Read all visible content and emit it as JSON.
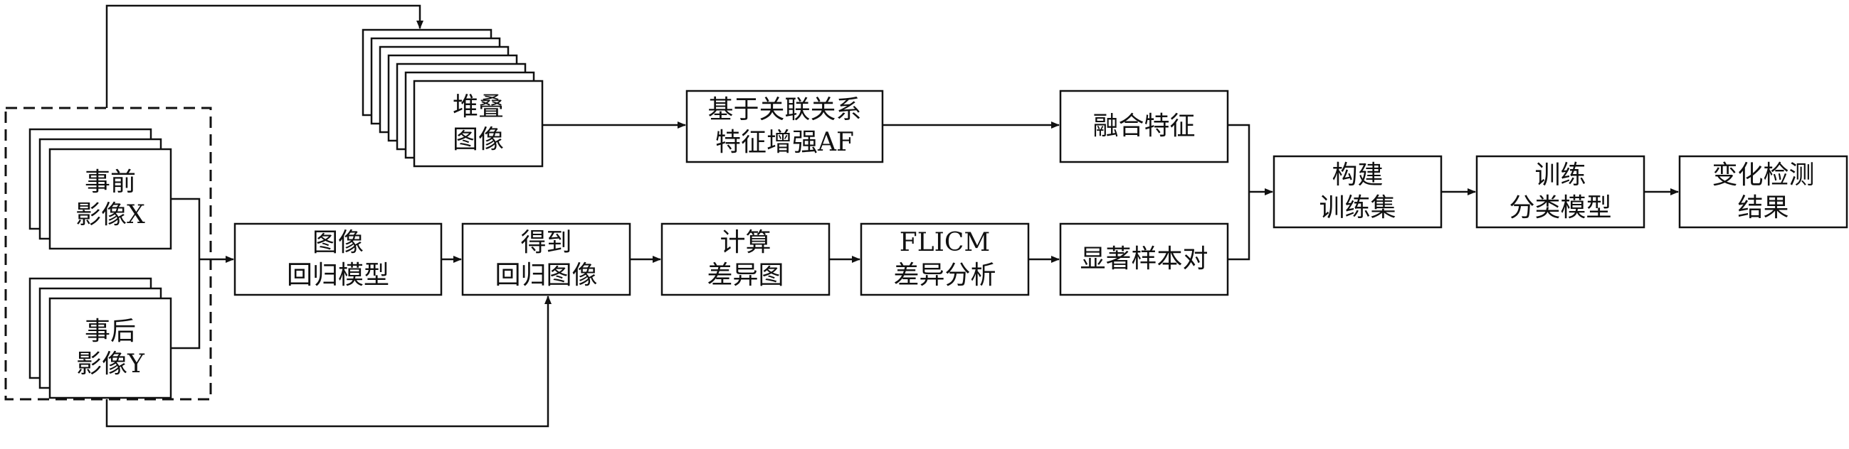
{
  "nodes": {
    "pre_image": {
      "lines": [
        "事前",
        "影像X"
      ]
    },
    "post_image": {
      "lines": [
        "事后",
        "影像Y"
      ]
    },
    "stack": {
      "lines": [
        "堆叠",
        "图像"
      ]
    },
    "feature_enhance": {
      "lines": [
        "基于关联关系",
        "特征增强AF"
      ]
    },
    "fuse_feature": {
      "lines": [
        "融合特征"
      ]
    },
    "regression_model": {
      "lines": [
        "图像",
        "回归模型"
      ]
    },
    "regression_image": {
      "lines": [
        "得到",
        "回归图像"
      ]
    },
    "diff_map": {
      "lines": [
        "计算",
        "差异图"
      ]
    },
    "flicm": {
      "lines": [
        "FLICM",
        "差异分析"
      ]
    },
    "salient_pairs": {
      "lines": [
        "显著样本对"
      ]
    },
    "build_trainset": {
      "lines": [
        "构建",
        "训练集"
      ]
    },
    "train_model": {
      "lines": [
        "训练",
        "分类模型"
      ]
    },
    "detect_result": {
      "lines": [
        "变化检测",
        "结果"
      ]
    }
  }
}
